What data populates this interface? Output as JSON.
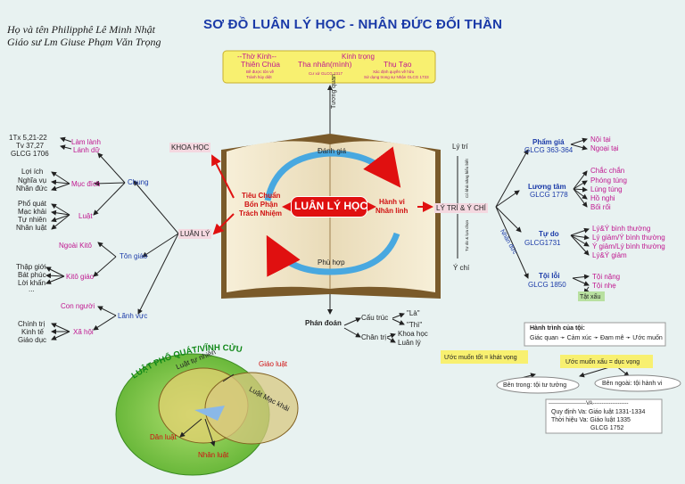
{
  "header": {
    "title": "SƠ ĐỒ LUÂN LÝ HỌC - NHÂN ĐỨC ĐỐI THẦN",
    "author_line1": "Họ và tên Philipphê Lê Minh Nhật",
    "author_line2": "Giáo sư Lm Giuse Phạm Văn Trọng"
  },
  "top_box": {
    "tho_kinh": "--Thờ Kính--",
    "kinh_trong": "Kính trọng",
    "thien_chua": "Thiên Chúa",
    "thien_chua_sub1": "Bề được tôn về",
    "thien_chua_sub2": "Tránh hủy diệt",
    "tha_nhan": "Tha nhân(mình)",
    "tha_nhan_sub": "Cư xử GLCG 2317",
    "thu_tao": "Thụ Tạo",
    "thu_tao_sub1": "Xác định quyền về hữu",
    "thu_tao_sub2": "Sử dụng trong sự Nhận GLCG 1733",
    "tuong_quan": "Tương quan"
  },
  "center": {
    "main": "LUÂN LÝ HỌC",
    "danh_gia": "Đánh giá",
    "phu_hop": "Phù hợp",
    "left1": "Tiêu Chuẩn",
    "left2": "Bổn Phận",
    "left3": "Trách Nhiệm",
    "right1": "Hành vi",
    "right2": "Nhân linh",
    "khoa_hoc": "KHOA HỌC",
    "luan_ly": "LUÂN LÝ",
    "ly_tri_y_chi": "LÝ TRÍ & Ý CHÍ"
  },
  "left_tree": {
    "refs": [
      "1Tx 5,21-22",
      "Tv 37,27",
      "GLCG 1706"
    ],
    "lam_lanh": "Làm lành",
    "lanh_du": "Lánh dữ",
    "muc_dich_items": [
      "Lợi ích",
      "Nghĩa vụ",
      "Nhân đức"
    ],
    "muc_dich": "Mục đích",
    "chung": "Chung",
    "luat_items": [
      "Phổ quát",
      "Mạc khải",
      "Tự nhiên",
      "Nhân luật"
    ],
    "luat": "Luật",
    "ngoai_kito": "Ngoài Kitô",
    "ton_giao": "Tôn giáo",
    "kito_items": [
      "Thập giới",
      "Bát phúc",
      "Lời khấn",
      "..."
    ],
    "kito_giao": "Kitô giáo",
    "con_nguoi": "Con người",
    "linh_vuc": "Lãnh vực",
    "xa_hoi_items": [
      "Chính trị",
      "Kinh tế",
      "Giáo dục"
    ],
    "xa_hoi": "Xã hội"
  },
  "bottom_center": {
    "phan_doan": "Phán đoán",
    "cau_truc": "Cấu trúc",
    "la": "\"Là\"",
    "thi": "\"Thì\"",
    "chan_tri": "Chân trị",
    "khoa_hoc": "Khoa học",
    "luan_ly": "Luân lý"
  },
  "venn": {
    "arc_title": "LUẬT PHỔ QUÁT/VĨNH CỬU",
    "tu_nhien": "Luật tự nhiên",
    "giao_luat": "Giáo luật",
    "mac_khai": "Luật Mạc khải",
    "dan_luat": "Dân luật",
    "nhan_luat": "Nhân luật"
  },
  "right_tree": {
    "ly_tri": "Lý trí",
    "y_chi": "Ý chí",
    "vert1": "Có khả năng hiểu biết",
    "vert2": "Tự do & lựa chọn",
    "nhan_duc": "Nhân đức",
    "pham_gia": "Phẩm giá",
    "pham_gia_ref": "GLCG 363-364",
    "pham_gia_items": [
      "Nội tại",
      "Ngoại tại"
    ],
    "luong_tam": "Lương tâm",
    "luong_tam_ref": "GLCG 1778",
    "luong_tam_items": [
      "Chắc chắn",
      "Phóng túng",
      "Lúng túng",
      "Hồ nghi",
      "Bối rối"
    ],
    "tu_do": "Tự do",
    "tu_do_ref": "GLCG1731",
    "tu_do_items": [
      "Lý&Ý bình thường",
      "Lý giảm/Ý bình thường",
      "Ý giảm/Lý bình thường",
      "Lý&Ý giảm"
    ],
    "toi_loi": "Tội lỗi",
    "toi_loi_ref": "GLCG 1850",
    "toi_loi_items": [
      "Tội nặng",
      "Tội nhẹ"
    ],
    "tat_xau": "Tật xấu"
  },
  "hanh_trinh": {
    "title": "Hành trình của tội:",
    "steps": "Giác quan ➛ Cảm xúc ➛ Đam mê ➛ Ước muốn",
    "uoc_muon_tot": "Ước muốn tốt = khát vọng",
    "uoc_muon_xau": "Ước muốn xấu = dục vọng",
    "ben_trong": "Bên trong: tội tư tưởng",
    "ben_ngoai": "Bên ngoài: tội hành vi",
    "va_line": "---------------------VA--------------------",
    "quy_dinh": "Quy định Va: Giáo luật 1331-1334",
    "thoi_hieu": "Thời hiệu Va: Giáo luật 1335",
    "glcg": "GLCG 1752"
  },
  "colors": {
    "background": "#e8f2f1",
    "title": "#1a3aa8",
    "pink": "#c01890",
    "red": "#d01010",
    "yellow": "#f8f070",
    "venn_green": "#7ec84a"
  }
}
